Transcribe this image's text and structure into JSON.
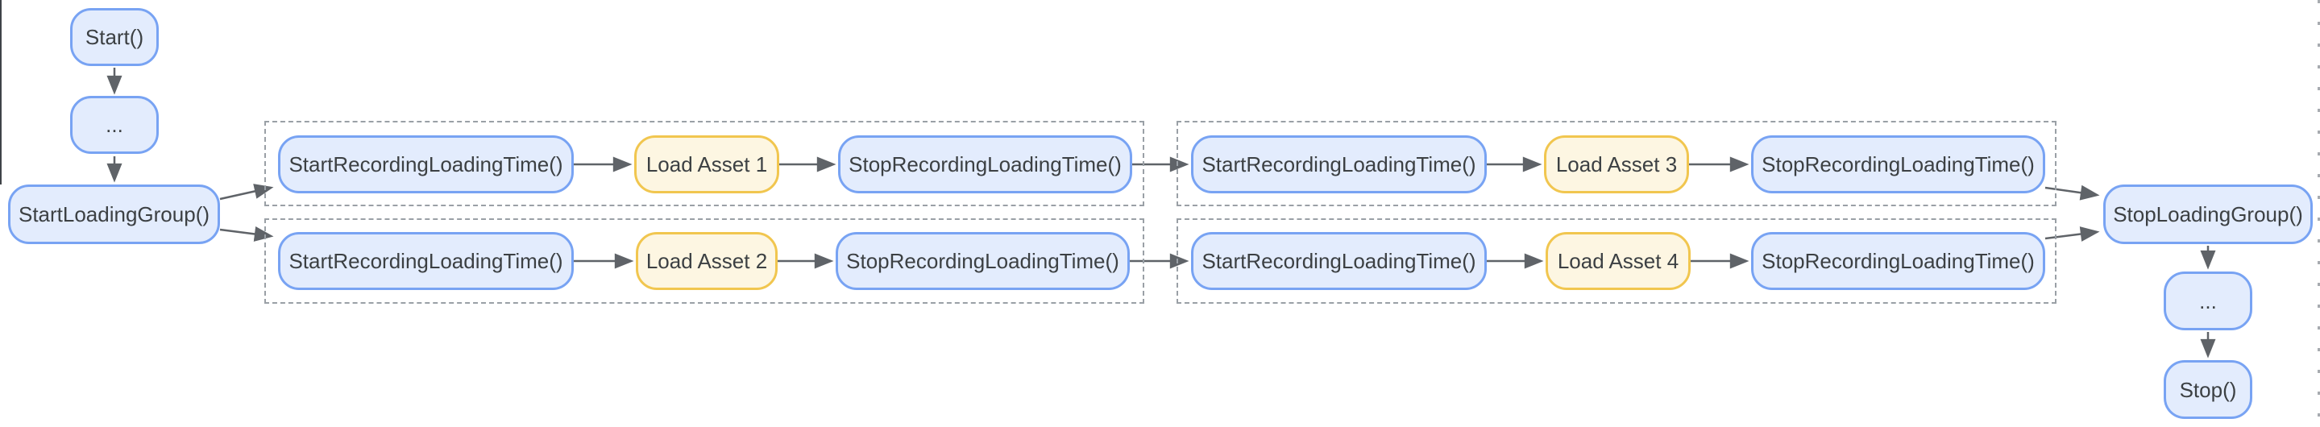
{
  "colors": {
    "blue_fill": "#e3ecfd",
    "blue_border": "#78a3f3",
    "yellow_fill": "#fdf6e2",
    "yellow_border": "#f1c64f",
    "text": "#3c4043",
    "edge": "#5f6368",
    "group_border": "#9aa0a6",
    "background": "#ffffff",
    "artifact": "#3f4348"
  },
  "nodes": {
    "start": {
      "label": "Start()"
    },
    "pre_ellipsis": {
      "label": "..."
    },
    "start_loading_group": {
      "label": "StartLoadingGroup()"
    },
    "start_recording_1": {
      "label": "StartRecordingLoadingTime()"
    },
    "load_asset_1": {
      "label": "Load Asset 1"
    },
    "stop_recording_1": {
      "label": "StopRecordingLoadingTime()"
    },
    "start_recording_2": {
      "label": "StartRecordingLoadingTime()"
    },
    "load_asset_2": {
      "label": "Load Asset 2"
    },
    "stop_recording_2": {
      "label": "StopRecordingLoadingTime()"
    },
    "start_recording_3": {
      "label": "StartRecordingLoadingTime()"
    },
    "load_asset_3": {
      "label": "Load Asset 3"
    },
    "stop_recording_3": {
      "label": "StopRecordingLoadingTime()"
    },
    "start_recording_4": {
      "label": "StartRecordingLoadingTime()"
    },
    "load_asset_4": {
      "label": "Load Asset 4"
    },
    "stop_recording_4": {
      "label": "StopRecordingLoadingTime()"
    },
    "stop_loading_group": {
      "label": "StopLoadingGroup()"
    },
    "post_ellipsis": {
      "label": "..."
    },
    "stop": {
      "label": "Stop()"
    }
  }
}
